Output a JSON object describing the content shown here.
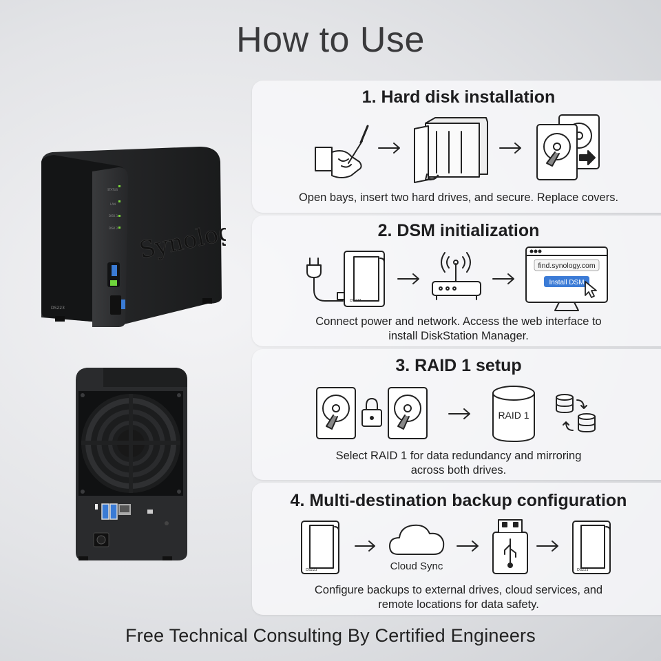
{
  "title": "How to Use",
  "steps": [
    {
      "title": "1. Hard disk installation",
      "description": "Open bays, insert two hard drives, and secure. Replace covers.",
      "icons": [
        "hand-screwdriver-icon",
        "arrow-right-icon",
        "nas-open-bay-icon",
        "arrow-right-icon",
        "hard-drives-icon"
      ]
    },
    {
      "title": "2. DSM initialization",
      "description_line1": "Connect power and network. Access the web interface to",
      "description_line2": "install DiskStation Manager.",
      "nas_label": "DS223",
      "browser_url": "find.synology.com",
      "browser_button": "Install DSM"
    },
    {
      "title": "3. RAID 1 setup",
      "description_line1": "Select RAID 1 for data redundancy and mirroring",
      "description_line2": "across both drives.",
      "raid_label": "RAID 1"
    },
    {
      "title": "4. Multi-destination backup configuration",
      "description_line1": "Configure backups to external drives, cloud services, and",
      "description_line2": "remote locations for data safety.",
      "nas_label": "DS223",
      "cloud_label": "Cloud Sync"
    }
  ],
  "device": {
    "brand": "Synology",
    "model": "DS223",
    "front_led_labels": [
      "STATUS",
      "LAN",
      "DISK 1",
      "DISK 2"
    ]
  },
  "footer": "Free Technical Consulting By Certified Engineers"
}
